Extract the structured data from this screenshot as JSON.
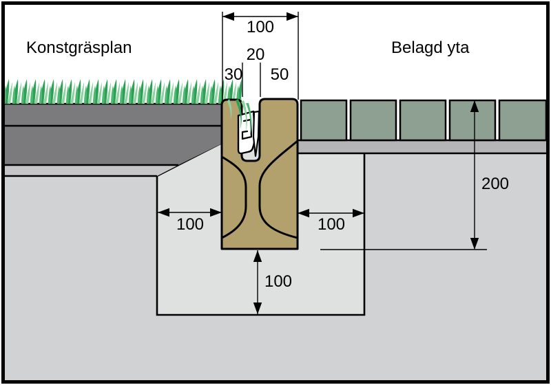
{
  "titles": {
    "left_area": "Konstgräsplan",
    "right_area": "Belagd yta"
  },
  "dims": {
    "overall_width": "100",
    "slot_width": "20",
    "left_flange": "30",
    "right_flange": "50",
    "left_clearance": "100",
    "right_clearance": "100",
    "under_clearance": "100",
    "paving_depth": "200"
  },
  "colors": {
    "kerb": "#b3a16d",
    "clip": "#ffffff",
    "paver": "#8da091",
    "bedding": "#b5b5b7",
    "turf_base": "#7b7b7d",
    "subbase_light": "#c6c6c8",
    "ground": "#d0d2d4",
    "trench_fill": "#dfe0e0",
    "grass_dark": "#2da055",
    "grass_mid": "#4db872",
    "grass_light": "#8ed3a0",
    "outline": "#000000",
    "background": "#ffffff"
  }
}
